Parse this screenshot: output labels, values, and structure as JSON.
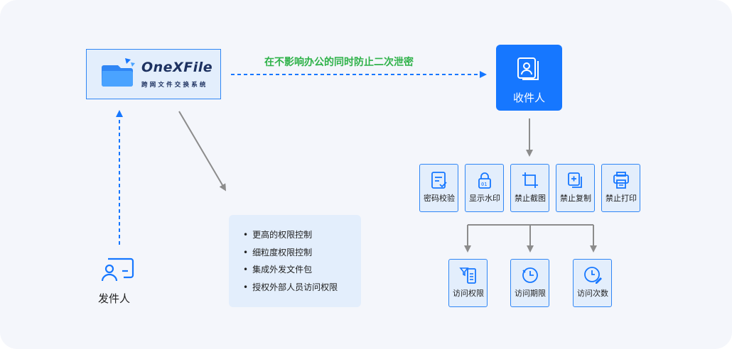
{
  "logo": {
    "name": "OneXFile",
    "subtitle": "跨网文件交换系统"
  },
  "top_label": "在不影响办公的同时防止二次泄密",
  "receiver": "收件人",
  "sender": "发件人",
  "features": [
    "更高的权限控制",
    "细粒度权限控制",
    "集成外发文件包",
    "授权外部人员访问权限"
  ],
  "protections": [
    "密码校验",
    "显示水印",
    "禁止截图",
    "禁止复制",
    "禁止打印"
  ],
  "access": [
    "访问权限",
    "访问期限",
    "访问次数"
  ],
  "colors": {
    "blue": "#1677ff",
    "green": "#2fb24a",
    "light": "#e3eefc",
    "arrow_gray": "#8c8c8c"
  }
}
